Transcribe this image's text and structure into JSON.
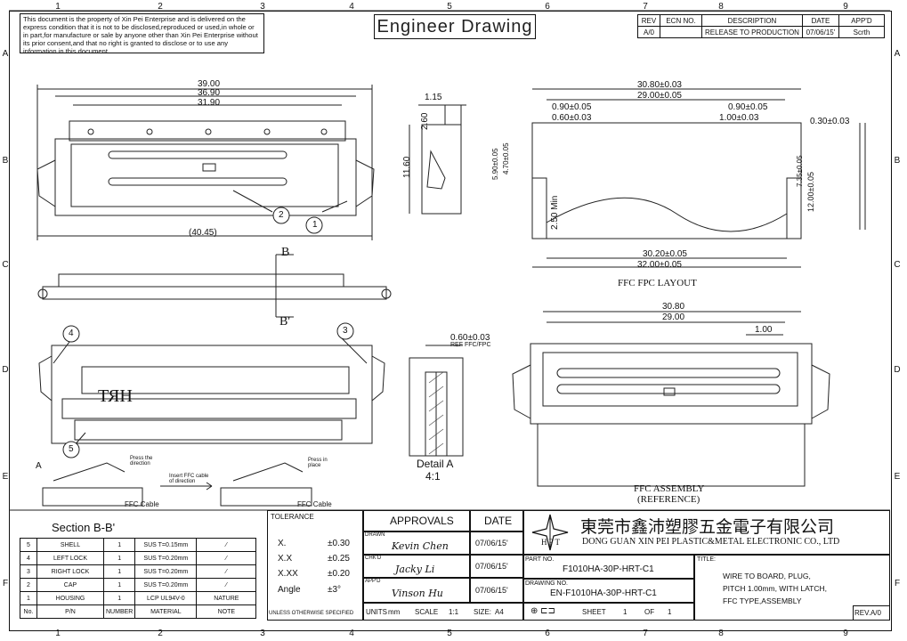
{
  "zones": {
    "cols": [
      "1",
      "2",
      "3",
      "4",
      "5",
      "6",
      "7",
      "8",
      "9"
    ],
    "rows": [
      "A",
      "B",
      "C",
      "D",
      "E",
      "F"
    ]
  },
  "notice": "This document is the property of Xin Pei Enterprise and is delivered on the express condition that it is not to be disclosed,reproduced or used,in whole or in part,for manufacture or sale by anyone other than Xin Pei Enterprise without its prior consent,and that no right is granted to disclose or to use any information in this document.",
  "title_banner": "Engineer Drawing",
  "revision": {
    "headers": [
      "REV",
      "ECN NO.",
      "DESCRIPTION",
      "DATE",
      "APP'D"
    ],
    "row": [
      "A/0",
      "",
      "RELEASE TO PRODUCTION",
      "07/06/15'",
      "Scrth"
    ]
  },
  "top_view": {
    "dims": [
      "39.00",
      "36.90",
      "31.90",
      "(40.45)"
    ],
    "callouts": [
      "1",
      "2"
    ]
  },
  "side_view": {
    "dims": [
      "1.15",
      "2.60",
      "11.60"
    ]
  },
  "ffc_layout": {
    "dims": [
      "30.80±0.03",
      "29.00±0.05",
      "0.90±0.05",
      "0.60±0.03",
      "0.90±0.05",
      "1.00±0.03",
      "0.30±0.03",
      "5.90±0.05",
      "4.70±0.05",
      "2.50 Min",
      "7.35±0.05",
      "12.00±0.05",
      "30.20±0.05",
      "32.00±0.05"
    ],
    "label": "FFC FPC LAYOUT"
  },
  "section_view": {
    "cut_labels": [
      "B",
      "B'"
    ]
  },
  "bottom_view": {
    "callouts": [
      "4",
      "3",
      "5"
    ],
    "marking": "HRT"
  },
  "detail_a": {
    "dims": [
      "0.60±0.03",
      "REF FFC/FPC"
    ],
    "label": "Detail A",
    "scale": "4:1"
  },
  "ffc_assembly": {
    "dims": [
      "30.80",
      "29.00",
      "1.00"
    ],
    "label": "FFC ASSEMBLY",
    "ref": "(REFERENCE)"
  },
  "section_bb": {
    "title": "Section B-B'",
    "notes": [
      "A",
      "Press the direction",
      "Insert FFC cable of direction",
      "Press in place",
      "FFC Cable",
      "FFC Cable"
    ]
  },
  "bom": {
    "rows": [
      [
        "5",
        "SHELL",
        "1",
        "SUS T=0.15mm",
        "⁄"
      ],
      [
        "4",
        "LEFT LOCK",
        "1",
        "SUS T=0.20mm",
        "⁄"
      ],
      [
        "3",
        "RIGHT LOCK",
        "1",
        "SUS T=0.20mm",
        "⁄"
      ],
      [
        "2",
        "CAP",
        "1",
        "SUS T=0.20mm",
        "⁄"
      ],
      [
        "1",
        "HOUSING",
        "1",
        "LCP UL94V-0",
        "NATURE"
      ]
    ],
    "header": [
      "No.",
      "P/N",
      "NUMBER",
      "MATERIAL",
      "NOTE"
    ]
  },
  "tolerance": {
    "title": "TOLERANCE",
    "rows": [
      [
        "X.",
        "±0.30"
      ],
      [
        "X.X",
        "±0.25"
      ],
      [
        "X.XX",
        "±0.20"
      ],
      [
        "Angle",
        "±3°"
      ]
    ],
    "footer": "UNLESS OTHERWISE SPECIFIED"
  },
  "approvals": {
    "title": "APPROVALS",
    "date_title": "DATE",
    "rows": [
      {
        "role": "DRAWN",
        "name": "Kevin Chen",
        "date": "07/06/15'"
      },
      {
        "role": "CHK'D",
        "name": "Jacky Li",
        "date": "07/06/15'"
      },
      {
        "role": "APP'D",
        "name": "Vinson Hu",
        "date": "07/06/15'"
      }
    ],
    "units_label": "UNITS",
    "units": "mm",
    "scale_label": "SCALE",
    "scale": "1:1",
    "size_label": "SIZE:",
    "size": "A4"
  },
  "company": {
    "chinese": "東莞市鑫沛塑膠五金電子有限公司",
    "english": "DONG GUAN XIN PEI PLASTIC&METAL ELECTRONIC CO., LTD",
    "logo_text": "HPT"
  },
  "part": {
    "part_no_label": "PART NO.",
    "part_no": "F1010HA-30P-HRT-C1",
    "drawing_no_label": "DRAWING NO.",
    "drawing_no": "EN-F1010HA-30P-HRT-C1",
    "sheet_label": "SHEET",
    "sheet": "1",
    "of_label": "OF",
    "of": "1"
  },
  "title_block": {
    "label": "TITLE:",
    "lines": [
      "WIRE TO BOARD, PLUG,",
      "PITCH 1.00mm, WITH LATCH,",
      "FFC TYPE,ASSEMBLY"
    ],
    "rev": "REV.A/0"
  }
}
